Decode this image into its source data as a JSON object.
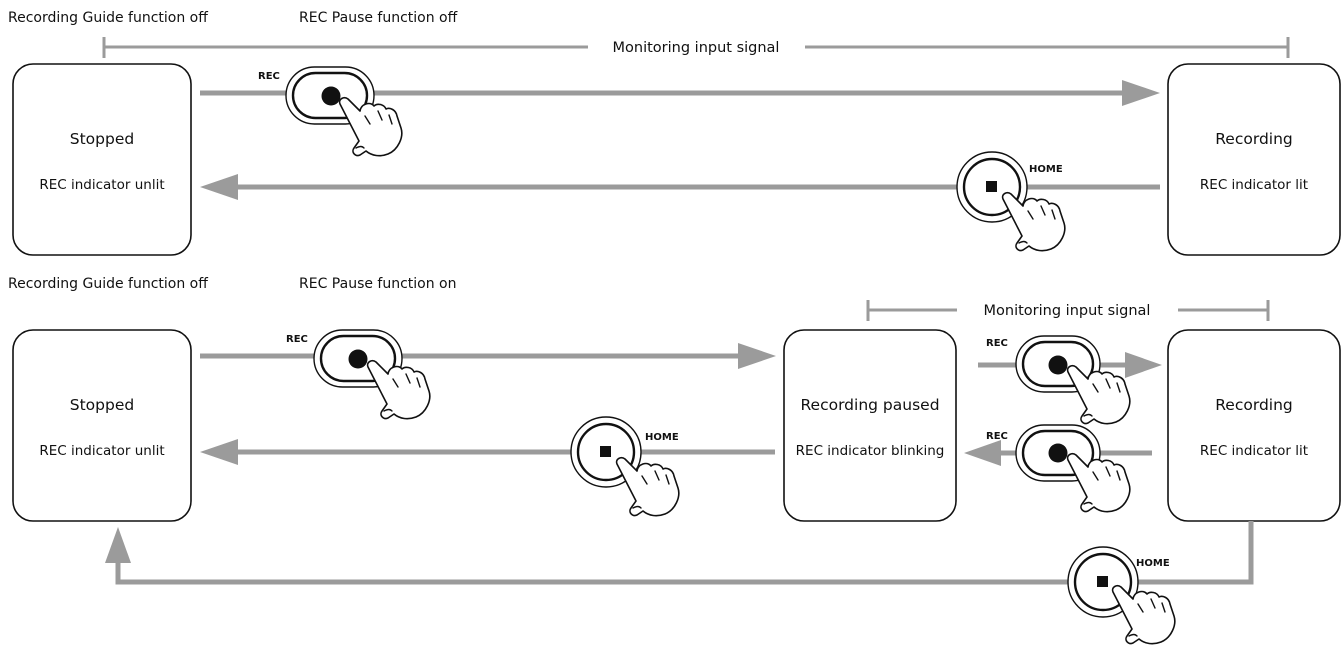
{
  "colors": {
    "arrow": "#9b9b9b",
    "stroke": "#111111",
    "background": "#ffffff"
  },
  "top": {
    "condition_guide": "Recording Guide function off",
    "condition_pause": "REC Pause function off",
    "monitoring": "Monitoring input signal",
    "stopped": {
      "title": "Stopped",
      "status": "REC indicator unlit"
    },
    "recording": {
      "title": "Recording",
      "status": "REC indicator lit"
    },
    "rec_button": {
      "label": "REC",
      "icon": "record-dot-icon"
    },
    "home_button": {
      "label": "HOME",
      "icon": "stop-square-icon"
    }
  },
  "bottom": {
    "condition_guide": "Recording Guide function off",
    "condition_pause": "REC Pause function on",
    "monitoring": "Monitoring input signal",
    "stopped": {
      "title": "Stopped",
      "status": "REC indicator unlit"
    },
    "paused": {
      "title": "Recording paused",
      "status": "REC indicator blinking"
    },
    "recording": {
      "title": "Recording",
      "status": "REC indicator lit"
    },
    "rec_button_1": {
      "label": "REC",
      "icon": "record-dot-icon"
    },
    "home_button_1": {
      "label": "HOME",
      "icon": "stop-square-icon"
    },
    "rec_button_2": {
      "label": "REC",
      "icon": "record-dot-icon"
    },
    "rec_button_3": {
      "label": "REC",
      "icon": "record-dot-icon"
    },
    "home_button_2": {
      "label": "HOME",
      "icon": "stop-square-icon"
    }
  }
}
